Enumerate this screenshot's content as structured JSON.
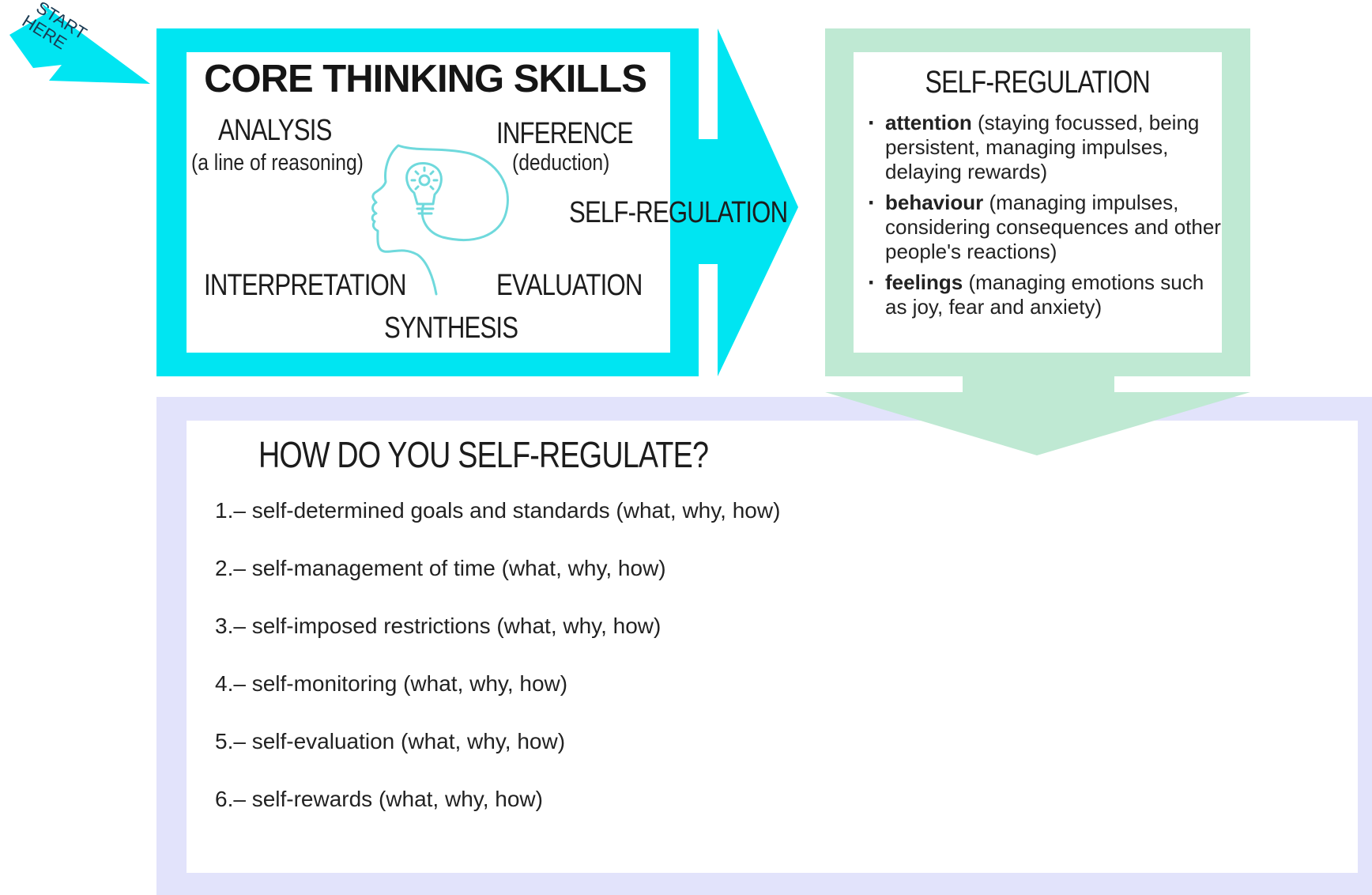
{
  "colors": {
    "cyan": "#00e5f2",
    "mint": "#bfe9d3",
    "lavender": "#e2e3fb",
    "head_outline": "#6fd9dc"
  },
  "start_arrow": {
    "line1": "START",
    "line2": "HERE"
  },
  "core": {
    "title": "CORE THINKING SKILLS",
    "analysis": "ANALYSIS",
    "analysis_sub": "(a line of reasoning)",
    "inference": "INFERENCE",
    "inference_sub": "(deduction)",
    "self_regulation": "SELF-REGULATION",
    "interpretation": "INTERPRETATION",
    "evaluation": "EVALUATION",
    "synthesis": "SYNTHESIS",
    "head_icon": "head-with-lightbulb-icon"
  },
  "self_regulation": {
    "title": "SELF-REGULATION",
    "items": [
      {
        "term": "attention",
        "desc": " (staying focussed, being persistent, managing impulses, delaying rewards)"
      },
      {
        "term": "behaviour",
        "desc": " (managing impulses, considering consequences and other people's reactions)"
      },
      {
        "term": "feelings",
        "desc": " (managing emotions such as joy, fear and anxiety)"
      }
    ]
  },
  "how": {
    "title": "HOW DO YOU SELF-REGULATE?",
    "items": [
      "1.– self-determined goals and standards (what, why, how)",
      "2.– self-management of time (what, why, how)",
      "3.– self-imposed restrictions (what, why, how)",
      "4.– self-monitoring (what, why, how)",
      "5.– self-evaluation (what, why, how)",
      "6.– self-rewards (what, why, how)"
    ]
  }
}
